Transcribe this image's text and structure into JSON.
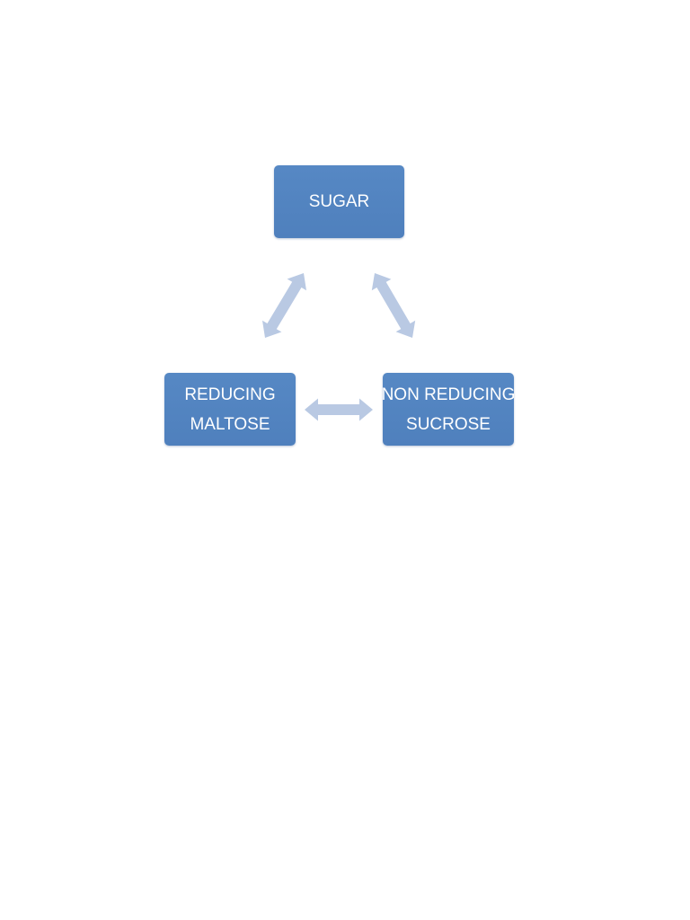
{
  "diagram": {
    "nodes": {
      "sugar": {
        "label": "SUGAR"
      },
      "reducing": {
        "line1": "REDUCING",
        "line2": "MALTOSE"
      },
      "nonreducing": {
        "line1": "NON REDUCING",
        "line2": "SUCROSE"
      }
    },
    "connectors": [
      {
        "from": "sugar",
        "to": "reducing",
        "style": "double-headed-arrow"
      },
      {
        "from": "sugar",
        "to": "nonreducing",
        "style": "double-headed-arrow"
      },
      {
        "from": "reducing",
        "to": "nonreducing",
        "style": "double-headed-arrow"
      }
    ],
    "colors": {
      "node_fill": "#4f81bd",
      "node_text": "#ffffff",
      "arrow_fill": "#b9c9e3",
      "background": "#ffffff"
    }
  }
}
